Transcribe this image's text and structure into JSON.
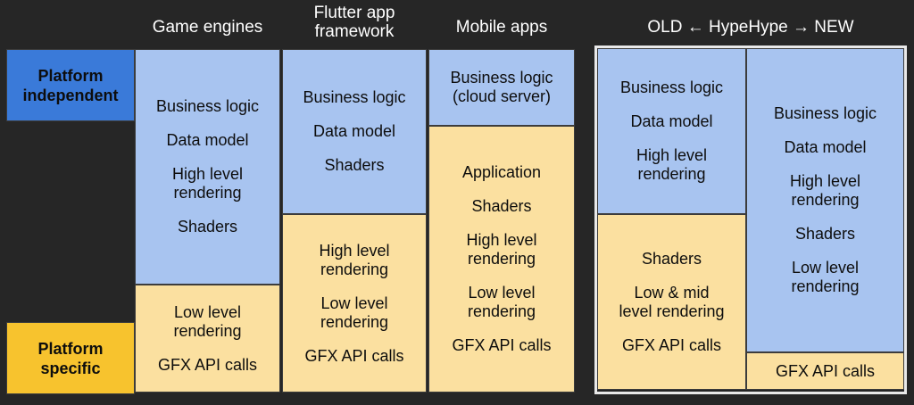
{
  "diagram": {
    "title_row": {
      "headings": [
        {
          "id": "game-engines",
          "text": "Game engines",
          "lines": 1
        },
        {
          "id": "flutter",
          "text": "Flutter app\nframework",
          "lines": 2
        },
        {
          "id": "mobile-apps",
          "text": "Mobile apps",
          "lines": 1
        },
        {
          "id": "hypehype",
          "text": "OLD ← HypeHype → NEW",
          "lines": 1
        }
      ]
    },
    "legend": {
      "independent": "Platform\nindependent",
      "specific": "Platform\nspecific"
    },
    "colors": {
      "background": "#262626",
      "platform_independent_badge": "#3a7ad9",
      "platform_specific_badge": "#f7c32e",
      "independent_layer": "#a8c4f0",
      "specific_layer": "#fbe0a0",
      "group_frame": "#e9e9e9",
      "segment_border": "#3c3c3c",
      "heading_text": "#ffffff",
      "segment_text": "#0d0d0d"
    },
    "columns": [
      {
        "id": "game-engines",
        "heading": "Game engines",
        "segments": [
          {
            "kind": "independent",
            "items": [
              "Business logic",
              "Data model",
              "High level\nrendering",
              "Shaders"
            ]
          },
          {
            "kind": "specific",
            "items": [
              "Low level\nrendering",
              "GFX API calls"
            ]
          }
        ]
      },
      {
        "id": "flutter-app-framework",
        "heading": "Flutter app framework",
        "segments": [
          {
            "kind": "independent",
            "items": [
              "Business logic",
              "Data model",
              "Shaders"
            ]
          },
          {
            "kind": "specific",
            "items": [
              "High level\nrendering",
              "Low level\nrendering",
              "GFX API calls"
            ]
          }
        ]
      },
      {
        "id": "mobile-apps",
        "heading": "Mobile apps",
        "segments": [
          {
            "kind": "independent",
            "items": [
              "Business logic\n(cloud server)"
            ]
          },
          {
            "kind": "specific",
            "items": [
              "Application",
              "Shaders",
              "High level\nrendering",
              "Low level\nrendering",
              "GFX API calls"
            ]
          }
        ]
      },
      {
        "id": "hypehype-old",
        "heading": "OLD",
        "segments": [
          {
            "kind": "independent",
            "items": [
              "Business logic",
              "Data model",
              "High level\nrendering"
            ]
          },
          {
            "kind": "specific",
            "items": [
              "Shaders",
              "Low & mid\nlevel rendering",
              "GFX API calls"
            ]
          }
        ]
      },
      {
        "id": "hypehype-new",
        "heading": "NEW",
        "segments": [
          {
            "kind": "independent",
            "items": [
              "Business logic",
              "Data model",
              "High level\nrendering",
              "Shaders",
              "Low level\nrendering"
            ]
          },
          {
            "kind": "specific",
            "items": [
              "GFX API calls"
            ]
          }
        ]
      }
    ]
  }
}
